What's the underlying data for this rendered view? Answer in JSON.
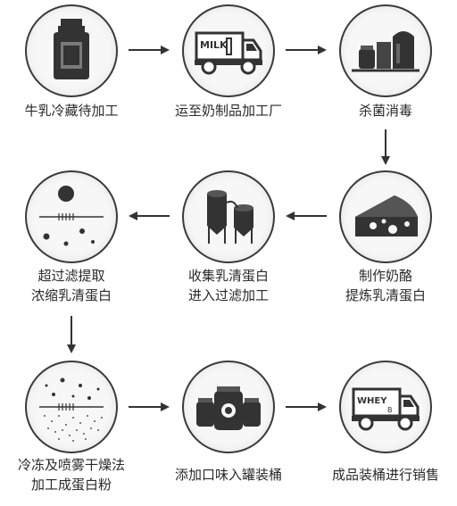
{
  "steps": [
    {
      "lines": [
        "牛乳冷藏待加工"
      ]
    },
    {
      "lines": [
        "运至奶制品加工厂"
      ],
      "truck_text": "MILK"
    },
    {
      "lines": [
        "杀菌消毒"
      ]
    },
    {
      "lines": [
        "制作奶酪",
        "提炼乳清蛋白"
      ]
    },
    {
      "lines": [
        "收集乳清蛋白",
        "进入过滤加工"
      ]
    },
    {
      "lines": [
        "超过滤提取",
        "浓缩乳清蛋白"
      ]
    },
    {
      "lines": [
        "冷冻及喷雾干燥法",
        "加工成蛋白粉"
      ]
    },
    {
      "lines": [
        "添加口味入罐装桶"
      ]
    },
    {
      "lines": [
        "成品装桶进行销售"
      ],
      "truck_text": "WHEY",
      "truck_sub": "B"
    }
  ],
  "colors": {
    "stroke": "#3a3a3a",
    "icon": "#333333",
    "fill": "#f7f7f7"
  },
  "icons": [
    "milk-can-icon",
    "milk-truck-icon",
    "tanks-icon",
    "cheese-icon",
    "silos-icon",
    "filter-icon",
    "powder-icon",
    "jars-icon",
    "whey-truck-icon"
  ]
}
